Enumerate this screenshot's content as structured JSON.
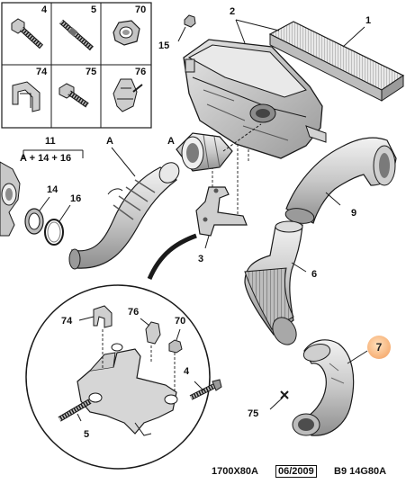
{
  "legend_grid": {
    "cells": [
      {
        "num": "4",
        "icon": "hex-bolt-icon"
      },
      {
        "num": "5",
        "icon": "stud-bolt-icon"
      },
      {
        "num": "70",
        "icon": "hex-nut-icon"
      },
      {
        "num": "74",
        "icon": "spring-clip-icon"
      },
      {
        "num": "75",
        "icon": "flange-bolt-icon"
      },
      {
        "num": "76",
        "icon": "fastener-clip-icon"
      }
    ]
  },
  "callouts": {
    "c1": "1",
    "c2": "2",
    "c15": "15",
    "c11": "11",
    "c11_formula": "A + 14 + 16",
    "cA1": "A",
    "cA2": "A",
    "c14": "14",
    "c16": "16",
    "c9": "9",
    "c3": "3",
    "c6": "6",
    "c7": "7",
    "c75": "75",
    "d74": "74",
    "d76": "76",
    "d70": "70",
    "d4": "4",
    "d5": "5"
  },
  "footer": {
    "ref": "1700X80A",
    "date": "06/2009",
    "code": "B9 14G80A"
  },
  "colors": {
    "line": "#1a1a1a",
    "part_fill": "#d4d4d4",
    "part_dark": "#8c8c8c",
    "highlight_badge": "#f8b780"
  }
}
